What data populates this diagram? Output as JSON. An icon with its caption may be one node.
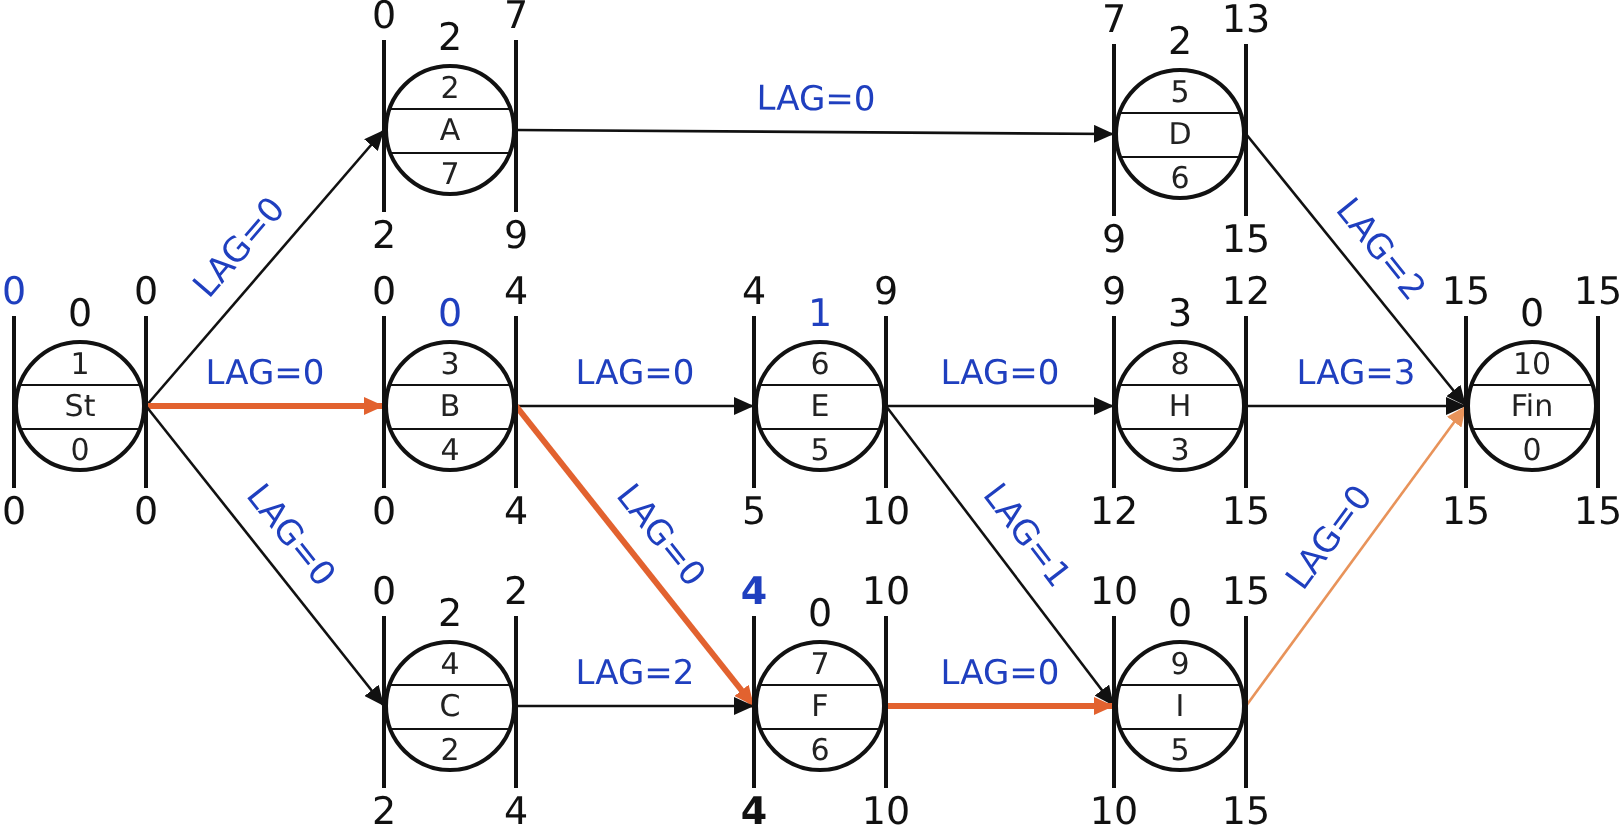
{
  "diagram": {
    "nodes": [
      {
        "text": [
          "1",
          "St",
          "0"
        ],
        "beside": [
          "0",
          "0",
          "0",
          "0",
          "0"
        ]
      },
      {
        "text": [
          "2",
          "A",
          "7"
        ],
        "beside": [
          "0",
          "2",
          "7",
          "2",
          "9"
        ]
      },
      {
        "text": [
          "3",
          "B",
          "4"
        ],
        "beside": [
          "0",
          "0",
          "4",
          "0",
          "4"
        ]
      },
      {
        "text": [
          "4",
          "C",
          "2"
        ],
        "beside": [
          "0",
          "2",
          "2",
          "2",
          "4"
        ]
      },
      {
        "text": [
          "5",
          "D",
          "6"
        ],
        "beside": [
          "7",
          "2",
          "13",
          "9",
          "15"
        ]
      },
      {
        "text": [
          "6",
          "E",
          "5"
        ],
        "beside": [
          "4",
          "1",
          "9",
          "5",
          "10"
        ]
      },
      {
        "text": [
          "7",
          "F",
          "6"
        ],
        "beside": [
          "4",
          "0",
          "10",
          "4",
          "10"
        ]
      },
      {
        "text": [
          "8",
          "H",
          "3"
        ],
        "beside": [
          "9",
          "3",
          "12",
          "12",
          "15"
        ]
      },
      {
        "text": [
          "9",
          "I",
          "5"
        ],
        "beside": [
          "10",
          "0",
          "15",
          "10",
          "15"
        ]
      },
      {
        "text": [
          "10",
          "Fin",
          "0"
        ],
        "beside": [
          "15",
          "0",
          "15",
          "15",
          "15"
        ]
      }
    ],
    "edges": [
      {
        "from": 0,
        "to": 1,
        "arrow": "to",
        "label": "LAG=0"
      },
      {
        "from": 0,
        "to": 2,
        "arrow": "to",
        "label": "LAG=0",
        "style": "thick",
        "color": "#e2622f"
      },
      {
        "from": 0,
        "to": 3,
        "arrow": "to",
        "label": "LAG=0"
      },
      {
        "from": 1,
        "to": 4,
        "arrow": "to",
        "label": "LAG=0"
      },
      {
        "from": 2,
        "to": 5,
        "arrow": "to",
        "label": "LAG=0"
      },
      {
        "from": 2,
        "to": 6,
        "arrow": "to",
        "label": "LAG=0",
        "style": "thick",
        "color": "#e2622f"
      },
      {
        "from": 3,
        "to": 6,
        "arrow": "to",
        "label": "LAG=2"
      },
      {
        "from": 5,
        "to": 7,
        "arrow": "to",
        "label": "LAG=0"
      },
      {
        "from": 5,
        "to": 8,
        "arrow": "to",
        "label": "LAG=1"
      },
      {
        "from": 6,
        "to": 8,
        "arrow": "to",
        "label": "LAG=0",
        "style": "thick",
        "color": "#e2622f"
      },
      {
        "from": 4,
        "to": 9,
        "arrow": "to",
        "label": "LAG=2"
      },
      {
        "from": 7,
        "to": 9,
        "arrow": "to",
        "label": "LAG=3"
      },
      {
        "from": 8,
        "to": 9,
        "arrow": "to",
        "label": "LAG=0",
        "color": "#e8935a"
      }
    ]
  }
}
